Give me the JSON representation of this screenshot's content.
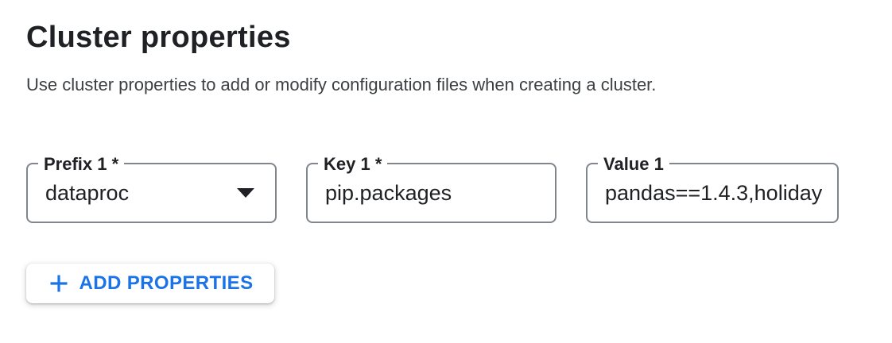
{
  "header": {
    "title": "Cluster properties",
    "description": "Use cluster properties to add or modify configuration files when creating a cluster."
  },
  "properties_row": {
    "prefix": {
      "label": "Prefix 1 *",
      "value": "dataproc"
    },
    "key": {
      "label": "Key 1 *",
      "value": "pip.packages"
    },
    "value": {
      "label": "Value 1",
      "value": "pandas==1.4.3,holiday"
    }
  },
  "actions": {
    "add_properties_label": "ADD PROPERTIES",
    "add_icon": "plus"
  },
  "colors": {
    "accent": "#1a73e8",
    "text_primary": "#202124",
    "text_secondary": "#3c4043",
    "field_border": "#80868b"
  }
}
